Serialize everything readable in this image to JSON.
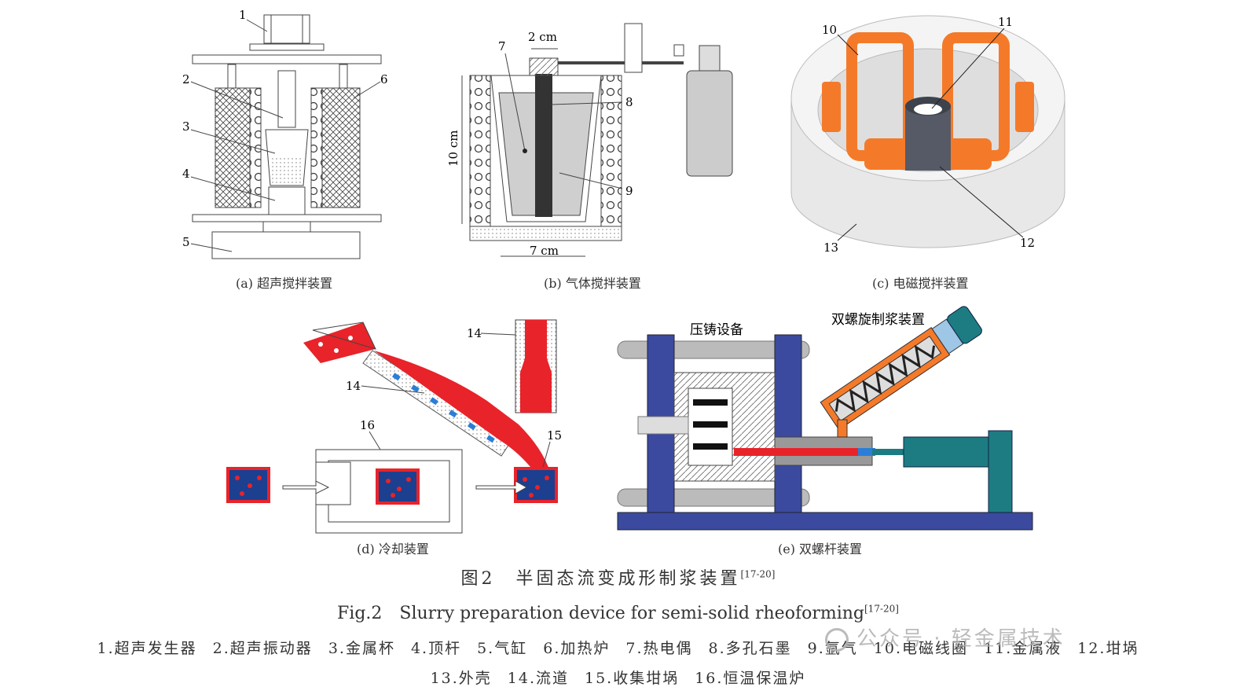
{
  "labels": {
    "a": [
      "1",
      "2",
      "3",
      "4",
      "5",
      "6"
    ],
    "b": [
      "7",
      "8",
      "9"
    ],
    "b_dims": {
      "top": "2 cm",
      "side": "10 cm",
      "bottom": "7 cm"
    },
    "c": [
      "10",
      "11",
      "12",
      "13"
    ],
    "d": [
      "14",
      "14",
      "15",
      "16"
    ],
    "e": {
      "die": "压铸设备",
      "twin": "双螺旋制浆装置"
    }
  },
  "captions": {
    "a": "(a) 超声搅拌装置",
    "b": "(b) 气体搅拌装置",
    "c": "(c) 电磁搅拌装置",
    "d": "(d) 冷却装置",
    "e": "(e) 双螺杆装置"
  },
  "title_cn": "图2　半固态流变成形制浆装置",
  "title_en": "Fig.2　Slurry preparation device for semi-solid rheoforming",
  "ref": "[17-20]",
  "legend_line1": [
    "1.超声发生器",
    "2.超声振动器",
    "3.金属杯",
    "4.顶杆",
    "5.气缸",
    "6.加热炉",
    "7.热电偶",
    "8.多孔石墨",
    "9.氩气",
    "10.电磁线圈",
    "11.金属液",
    "12.坩埚"
  ],
  "legend_line2": [
    "13.外壳",
    "14.流道",
    "15.收集坩埚",
    "16.恒温保温炉"
  ],
  "watermark": "公众号 · 轻金属技术",
  "colors": {
    "coil": "#f47a2a",
    "frame": "#3b4a9e",
    "metal": "#e8232a",
    "cooler": "#1d7c82"
  }
}
